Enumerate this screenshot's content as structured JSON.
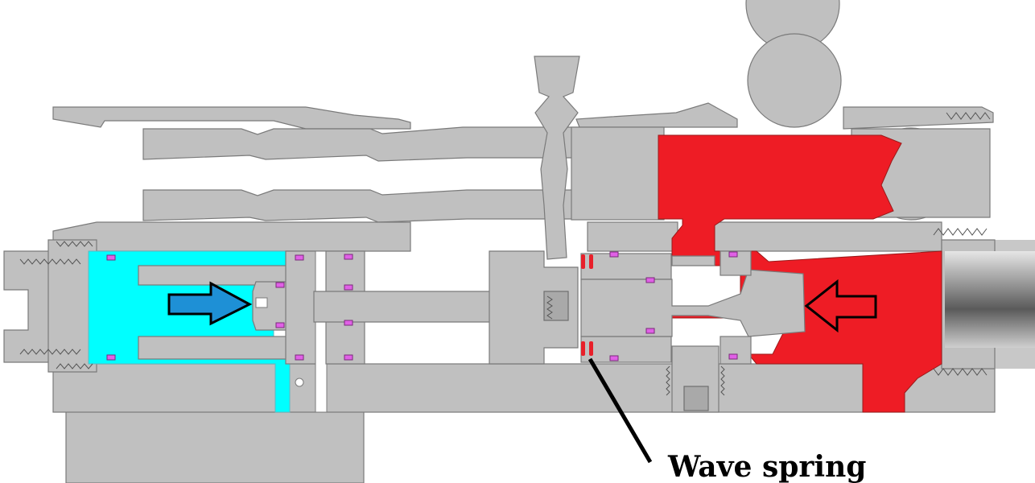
{
  "diagram": {
    "label": "Wave spring",
    "colors": {
      "steel": "#c0c0c0",
      "cyan_chamber": "#00ffff",
      "red_chamber": "#ee1c25",
      "seal": "#e060e6",
      "arrow_blue": "#1e90d6",
      "wave_spring": "#e8202a"
    },
    "arrows": [
      {
        "name": "blue-arrow",
        "direction": "right"
      },
      {
        "name": "red-arrow",
        "direction": "left"
      }
    ]
  }
}
